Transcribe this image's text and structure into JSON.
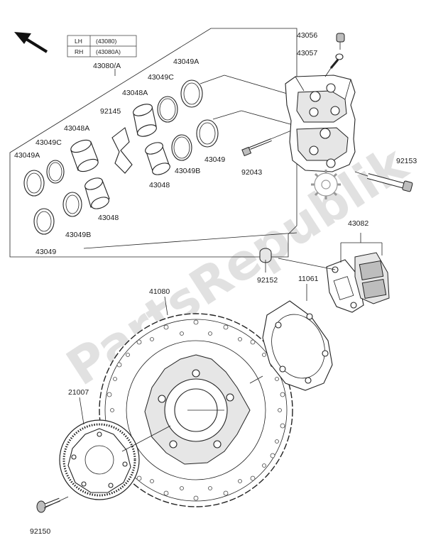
{
  "legend": {
    "rows": [
      {
        "side": "LH",
        "code": "(43080)"
      },
      {
        "side": "RH",
        "code": "(43080A)"
      }
    ]
  },
  "labels": {
    "l43080A": "43080/A",
    "l43056": "43056",
    "l43057": "43057",
    "l43049A_top": "43049A",
    "l43049C_top": "43049C",
    "l43048A_top": "43048A",
    "l92145": "92145",
    "l43048A_left": "43048A",
    "l43049C_left": "43049C",
    "l43049A_left": "43049A",
    "l43048_mid": "43048",
    "l43049B_mid": "43049B",
    "l43049_mid": "43049",
    "l43048_low": "43048",
    "l43049B_low": "43049B",
    "l43049_low": "43049",
    "l92043": "92043",
    "l92153": "92153",
    "l43082": "43082",
    "l92152": "92152",
    "l41080": "41080",
    "l11061": "11061",
    "l21007": "21007",
    "l92150": "92150"
  },
  "watermark": {
    "text": "PartsRepublik"
  },
  "icons": {
    "direction": "front-arrow-icon",
    "gear": "gear-icon"
  }
}
